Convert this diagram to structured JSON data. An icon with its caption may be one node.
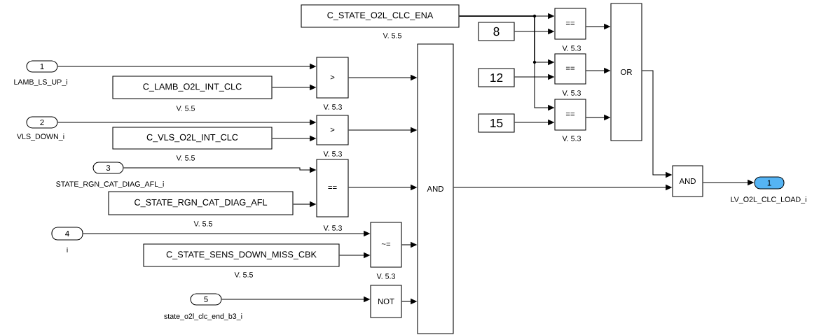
{
  "diagram": {
    "nodes": [
      {
        "text": [
          "1"
        ],
        "beside": [
          "LAMB_LS_UP_i"
        ]
      },
      {
        "text": [
          "C_LAMB_O2L_INT_CLC"
        ],
        "beside": [
          "V. 5.5"
        ]
      },
      {
        "text": [
          ">"
        ],
        "beside": [
          "V. 5.3"
        ]
      },
      {
        "text": [
          "2"
        ],
        "beside": [
          "VLS_DOWN_i"
        ]
      },
      {
        "text": [
          "C_VLS_O2L_INT_CLC"
        ],
        "beside": [
          "V. 5.5"
        ]
      },
      {
        "text": [
          ">"
        ],
        "beside": [
          "V. 5.3"
        ]
      },
      {
        "text": [
          "3"
        ],
        "beside": [
          "STATE_RGN_CAT_DIAG_AFL_i"
        ]
      },
      {
        "text": [
          "C_STATE_RGN_CAT_DIAG_AFL"
        ],
        "beside": [
          "V. 5.5"
        ]
      },
      {
        "text": [
          "=="
        ],
        "beside": [
          "V. 5.3"
        ]
      },
      {
        "text": [
          "4"
        ],
        "beside": [
          "i"
        ]
      },
      {
        "text": [
          "C_STATE_SENS_DOWN_MISS_CBK"
        ],
        "beside": [
          "V. 5.5"
        ]
      },
      {
        "text": [
          "~="
        ],
        "beside": [
          "V. 5.3"
        ]
      },
      {
        "text": [
          "5"
        ],
        "beside": [
          "state_o2l_clc_end_b3_i"
        ]
      },
      {
        "text": [
          "NOT"
        ]
      },
      {
        "text": [
          "AND"
        ]
      },
      {
        "text": [
          "C_STATE_O2L_CLC_ENA"
        ],
        "beside": [
          "V. 5.5"
        ]
      },
      {
        "text": [
          "8"
        ]
      },
      {
        "text": [
          "12"
        ]
      },
      {
        "text": [
          "15"
        ]
      },
      {
        "text": [
          "=="
        ],
        "beside": [
          "V. 5.3"
        ]
      },
      {
        "text": [
          "=="
        ],
        "beside": [
          "V. 5.3"
        ]
      },
      {
        "text": [
          "=="
        ],
        "beside": [
          "V. 5.3"
        ]
      },
      {
        "text": [
          "OR"
        ]
      },
      {
        "text": [
          "AND"
        ]
      },
      {
        "text": [
          "1"
        ],
        "beside": [
          "LV_O2L_CLC_LOAD_i"
        ]
      }
    ],
    "edges": [
      {
        "from": 0,
        "to": 2,
        "arrow": "to"
      },
      {
        "from": 1,
        "to": 2,
        "arrow": "to"
      },
      {
        "from": 3,
        "to": 5,
        "arrow": "to"
      },
      {
        "from": 4,
        "to": 5,
        "arrow": "to"
      },
      {
        "from": 6,
        "to": 8,
        "arrow": "to"
      },
      {
        "from": 7,
        "to": 8,
        "arrow": "to"
      },
      {
        "from": 9,
        "to": 11,
        "arrow": "to"
      },
      {
        "from": 10,
        "to": 11,
        "arrow": "to"
      },
      {
        "from": 12,
        "to": 13,
        "arrow": "to"
      },
      {
        "from": 2,
        "to": 14,
        "arrow": "to"
      },
      {
        "from": 5,
        "to": 14,
        "arrow": "to"
      },
      {
        "from": 8,
        "to": 14,
        "arrow": "to"
      },
      {
        "from": 11,
        "to": 14,
        "arrow": "to"
      },
      {
        "from": 13,
        "to": 14,
        "arrow": "to"
      },
      {
        "from": 15,
        "to": 19,
        "arrow": "to"
      },
      {
        "from": 15,
        "to": 20,
        "arrow": "to"
      },
      {
        "from": 15,
        "to": 21,
        "arrow": "to"
      },
      {
        "from": 16,
        "to": 19,
        "arrow": "to"
      },
      {
        "from": 17,
        "to": 20,
        "arrow": "to"
      },
      {
        "from": 18,
        "to": 21,
        "arrow": "to"
      },
      {
        "from": 19,
        "to": 22,
        "arrow": "to"
      },
      {
        "from": 20,
        "to": 22,
        "arrow": "to"
      },
      {
        "from": 21,
        "to": 22,
        "arrow": "to"
      },
      {
        "from": 22,
        "to": 23,
        "arrow": "to"
      },
      {
        "from": 14,
        "to": 23,
        "arrow": "to"
      },
      {
        "from": 23,
        "to": 24,
        "arrow": "to"
      }
    ]
  }
}
